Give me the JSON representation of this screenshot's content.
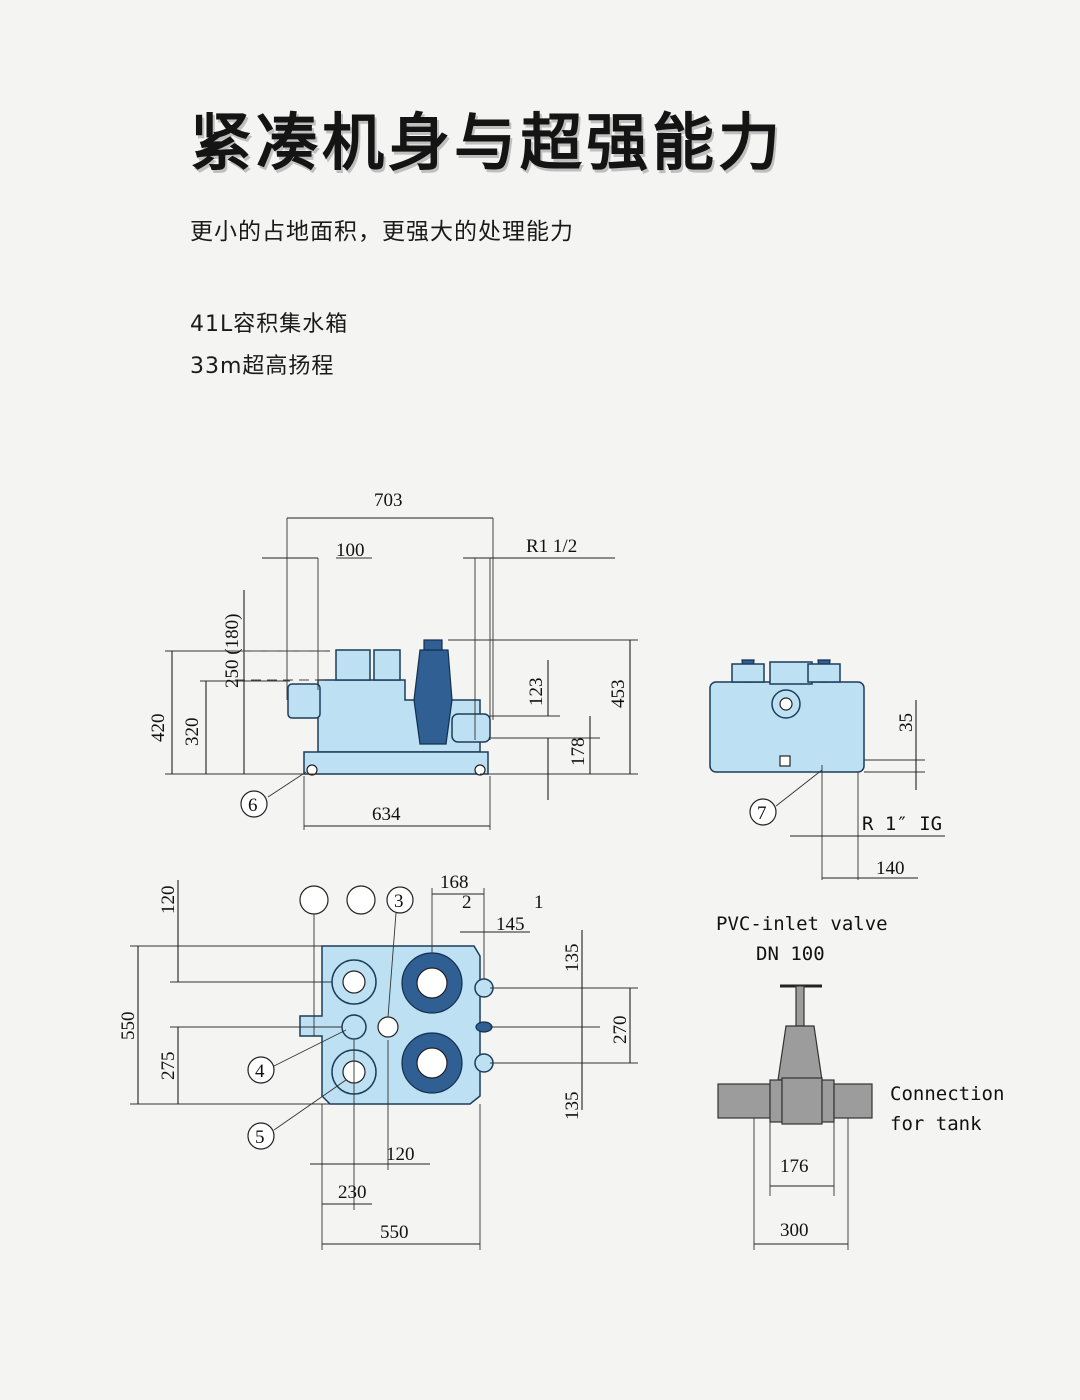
{
  "header": {
    "title": "紧凑机身与超强能力",
    "subtitle": "更小的占地面积，更强大的处理能力"
  },
  "features": [
    "41L容积集水箱",
    "33m超高扬程"
  ],
  "side_view": {
    "width_703": "703",
    "offset_100": "100",
    "thread_r1_1_2": "R1 1/2",
    "height_250_180": "250 (180)",
    "height_420": "420",
    "height_320": "320",
    "height_123": "123",
    "height_453": "453",
    "height_178": "178",
    "base_634": "634",
    "callout_6": "6"
  },
  "end_view": {
    "height_35": "35",
    "callout_7": "7",
    "thread_r1_ig": "R 1″ IG",
    "dim_140": "140"
  },
  "top_view": {
    "dim_120_top": "120",
    "dim_550_left": "550",
    "dim_275": "275",
    "callout_3": "3",
    "callout_4": "4",
    "callout_5": "5",
    "dim_168": "168",
    "fraction_2": "2",
    "callout_1": "1",
    "dim_145": "145",
    "dim_135_top": "135",
    "dim_270": "270",
    "dim_135_bottom": "135",
    "dim_120_bottom": "120",
    "dim_230": "230",
    "dim_550_bottom": "550"
  },
  "valve_view": {
    "label_line1": "PVC-inlet valve",
    "label_line2": "DN 100",
    "connection_line1": "Connection",
    "connection_line2": "for tank",
    "dim_176": "176",
    "dim_300": "300"
  },
  "colors": {
    "tank": "#bde0f3",
    "pump": "#2f5f93",
    "valve_body": "#9c9c9c",
    "background": "#f4f4f2"
  }
}
